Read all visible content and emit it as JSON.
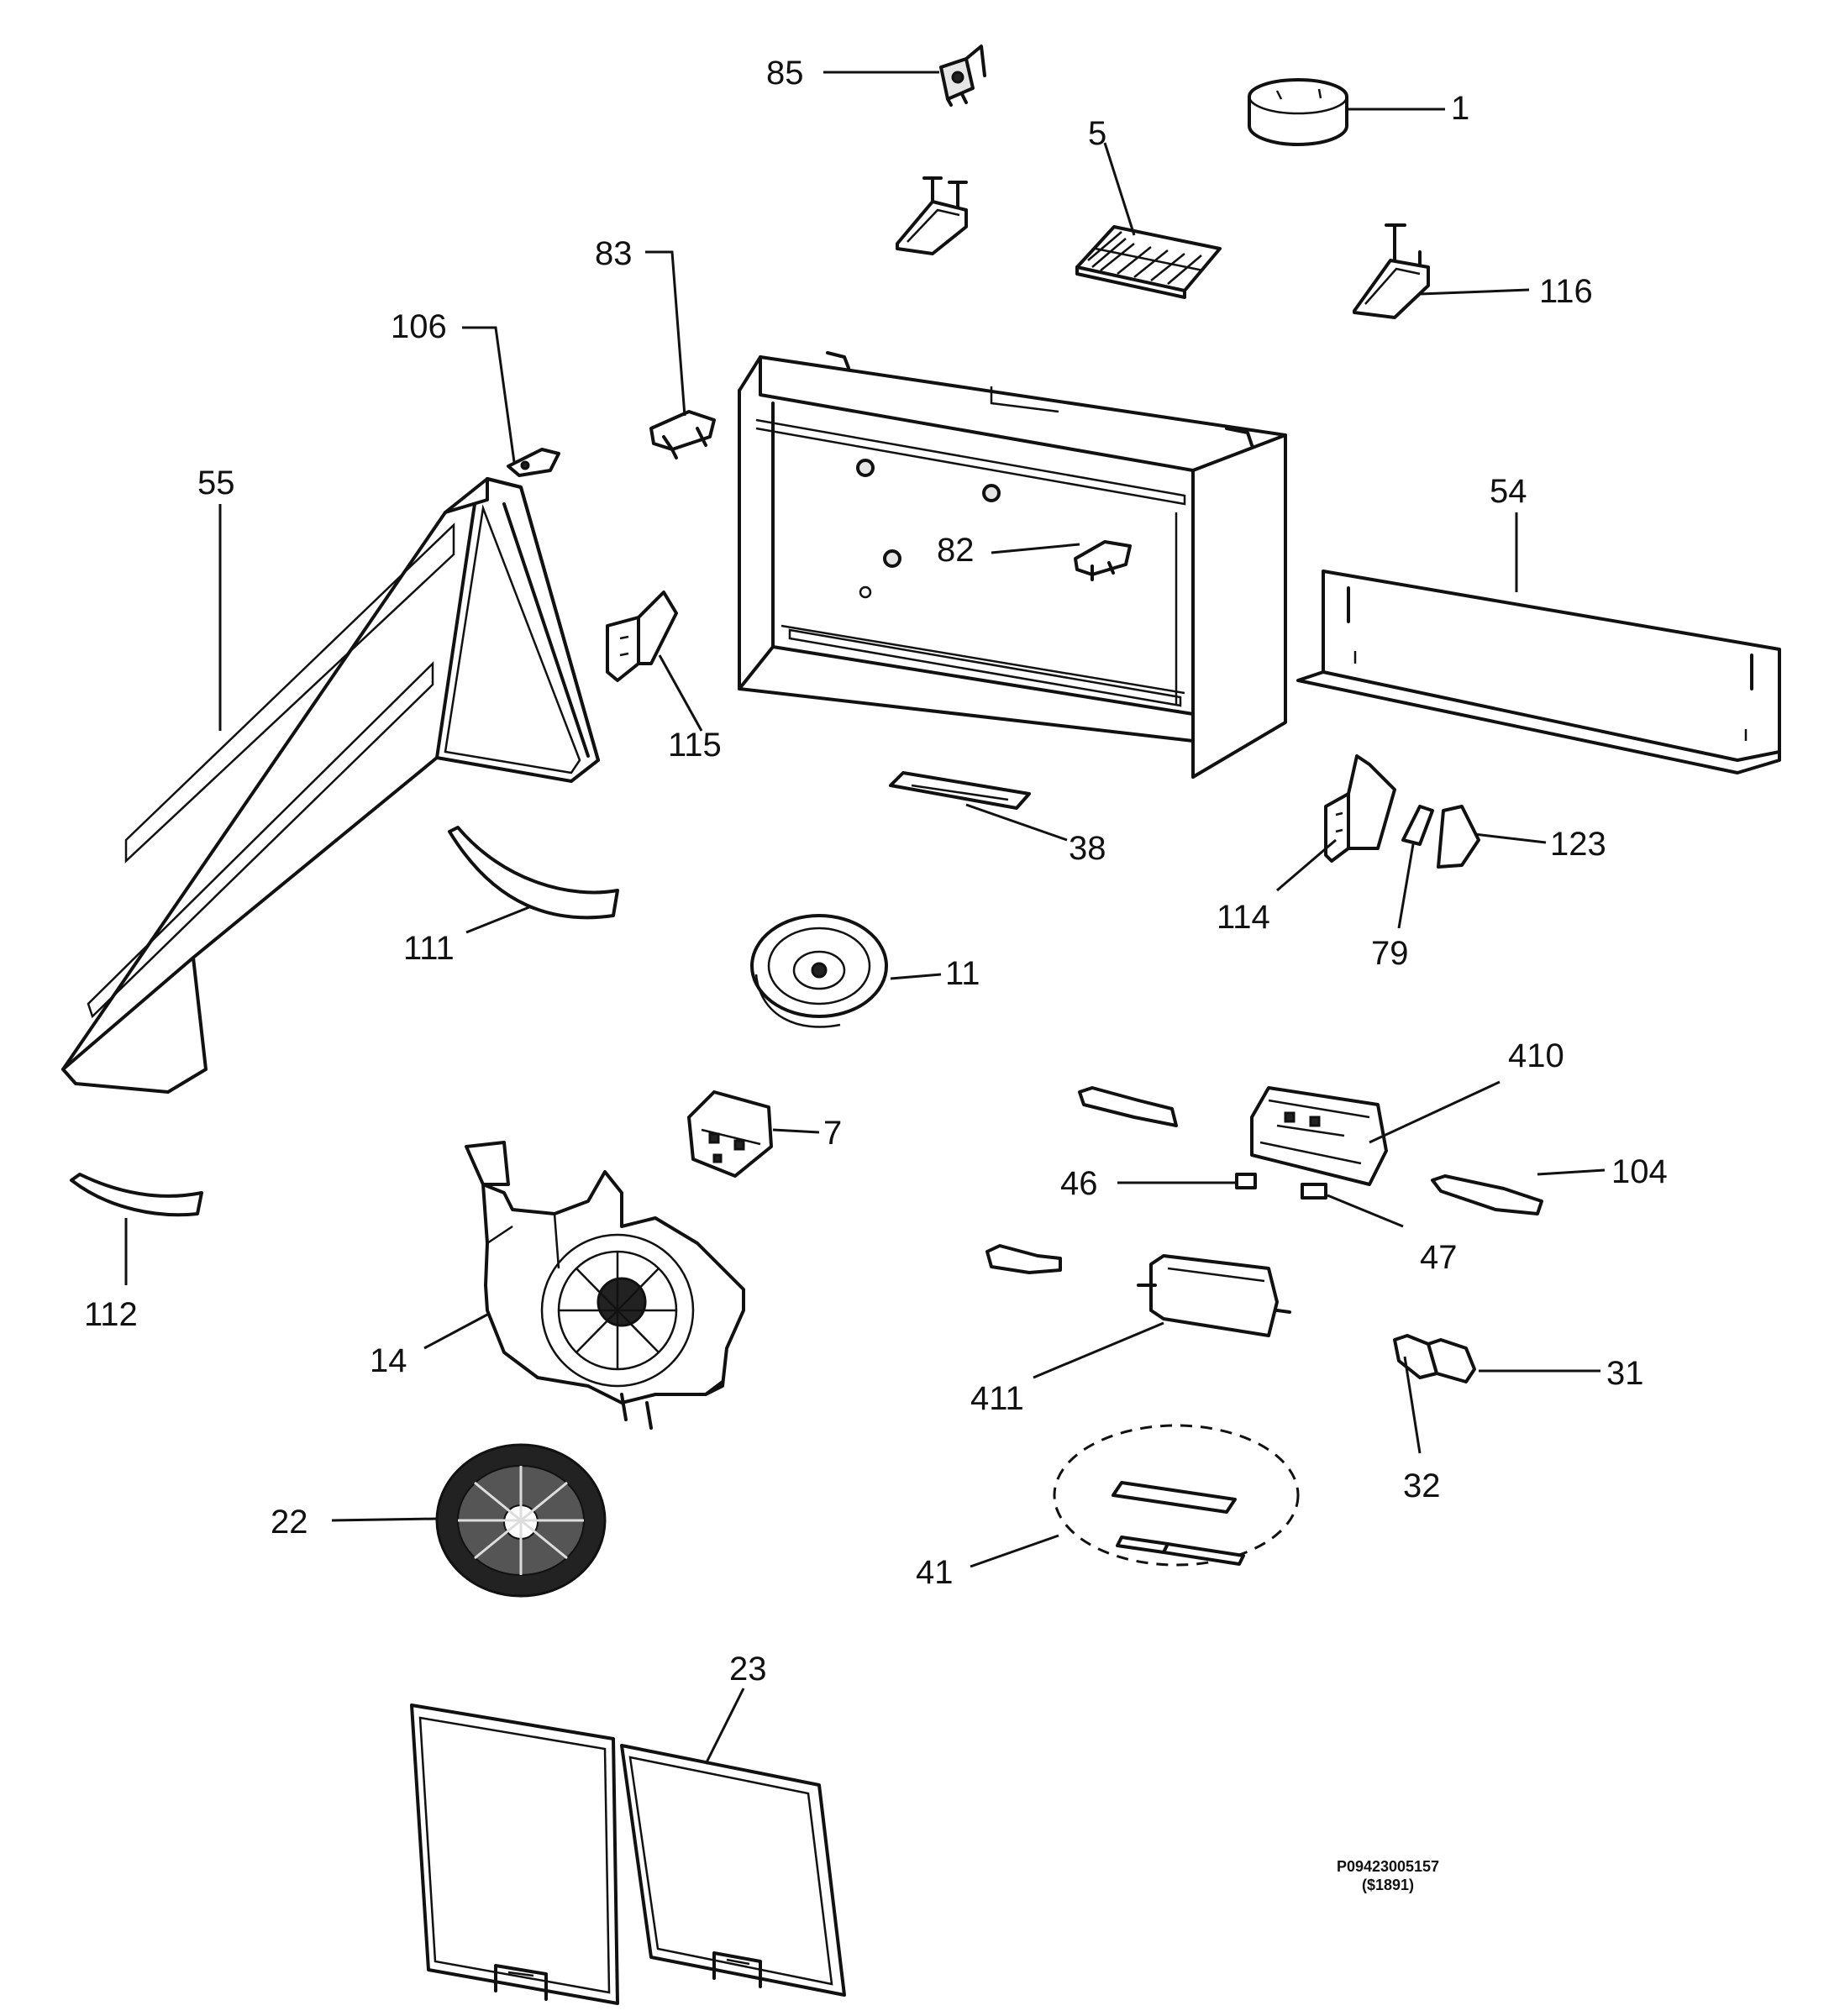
{
  "labels": {
    "p85": "85",
    "p1": "1",
    "p5": "5",
    "p83": "83",
    "p116": "116",
    "p106": "106",
    "p55": "55",
    "p54": "54",
    "p82": "82",
    "p115": "115",
    "p38": "38",
    "p123": "123",
    "p114": "114",
    "p79": "79",
    "p111": "111",
    "p11": "11",
    "p410": "410",
    "p7": "7",
    "p104": "104",
    "p46": "46",
    "p47": "47",
    "p112": "112",
    "p31": "31",
    "p14": "14",
    "p411": "411",
    "p32": "32",
    "p22": "22",
    "p41": "41",
    "p23": "23"
  },
  "drawing_code": "P09423005157",
  "drawing_price": "($1891)"
}
